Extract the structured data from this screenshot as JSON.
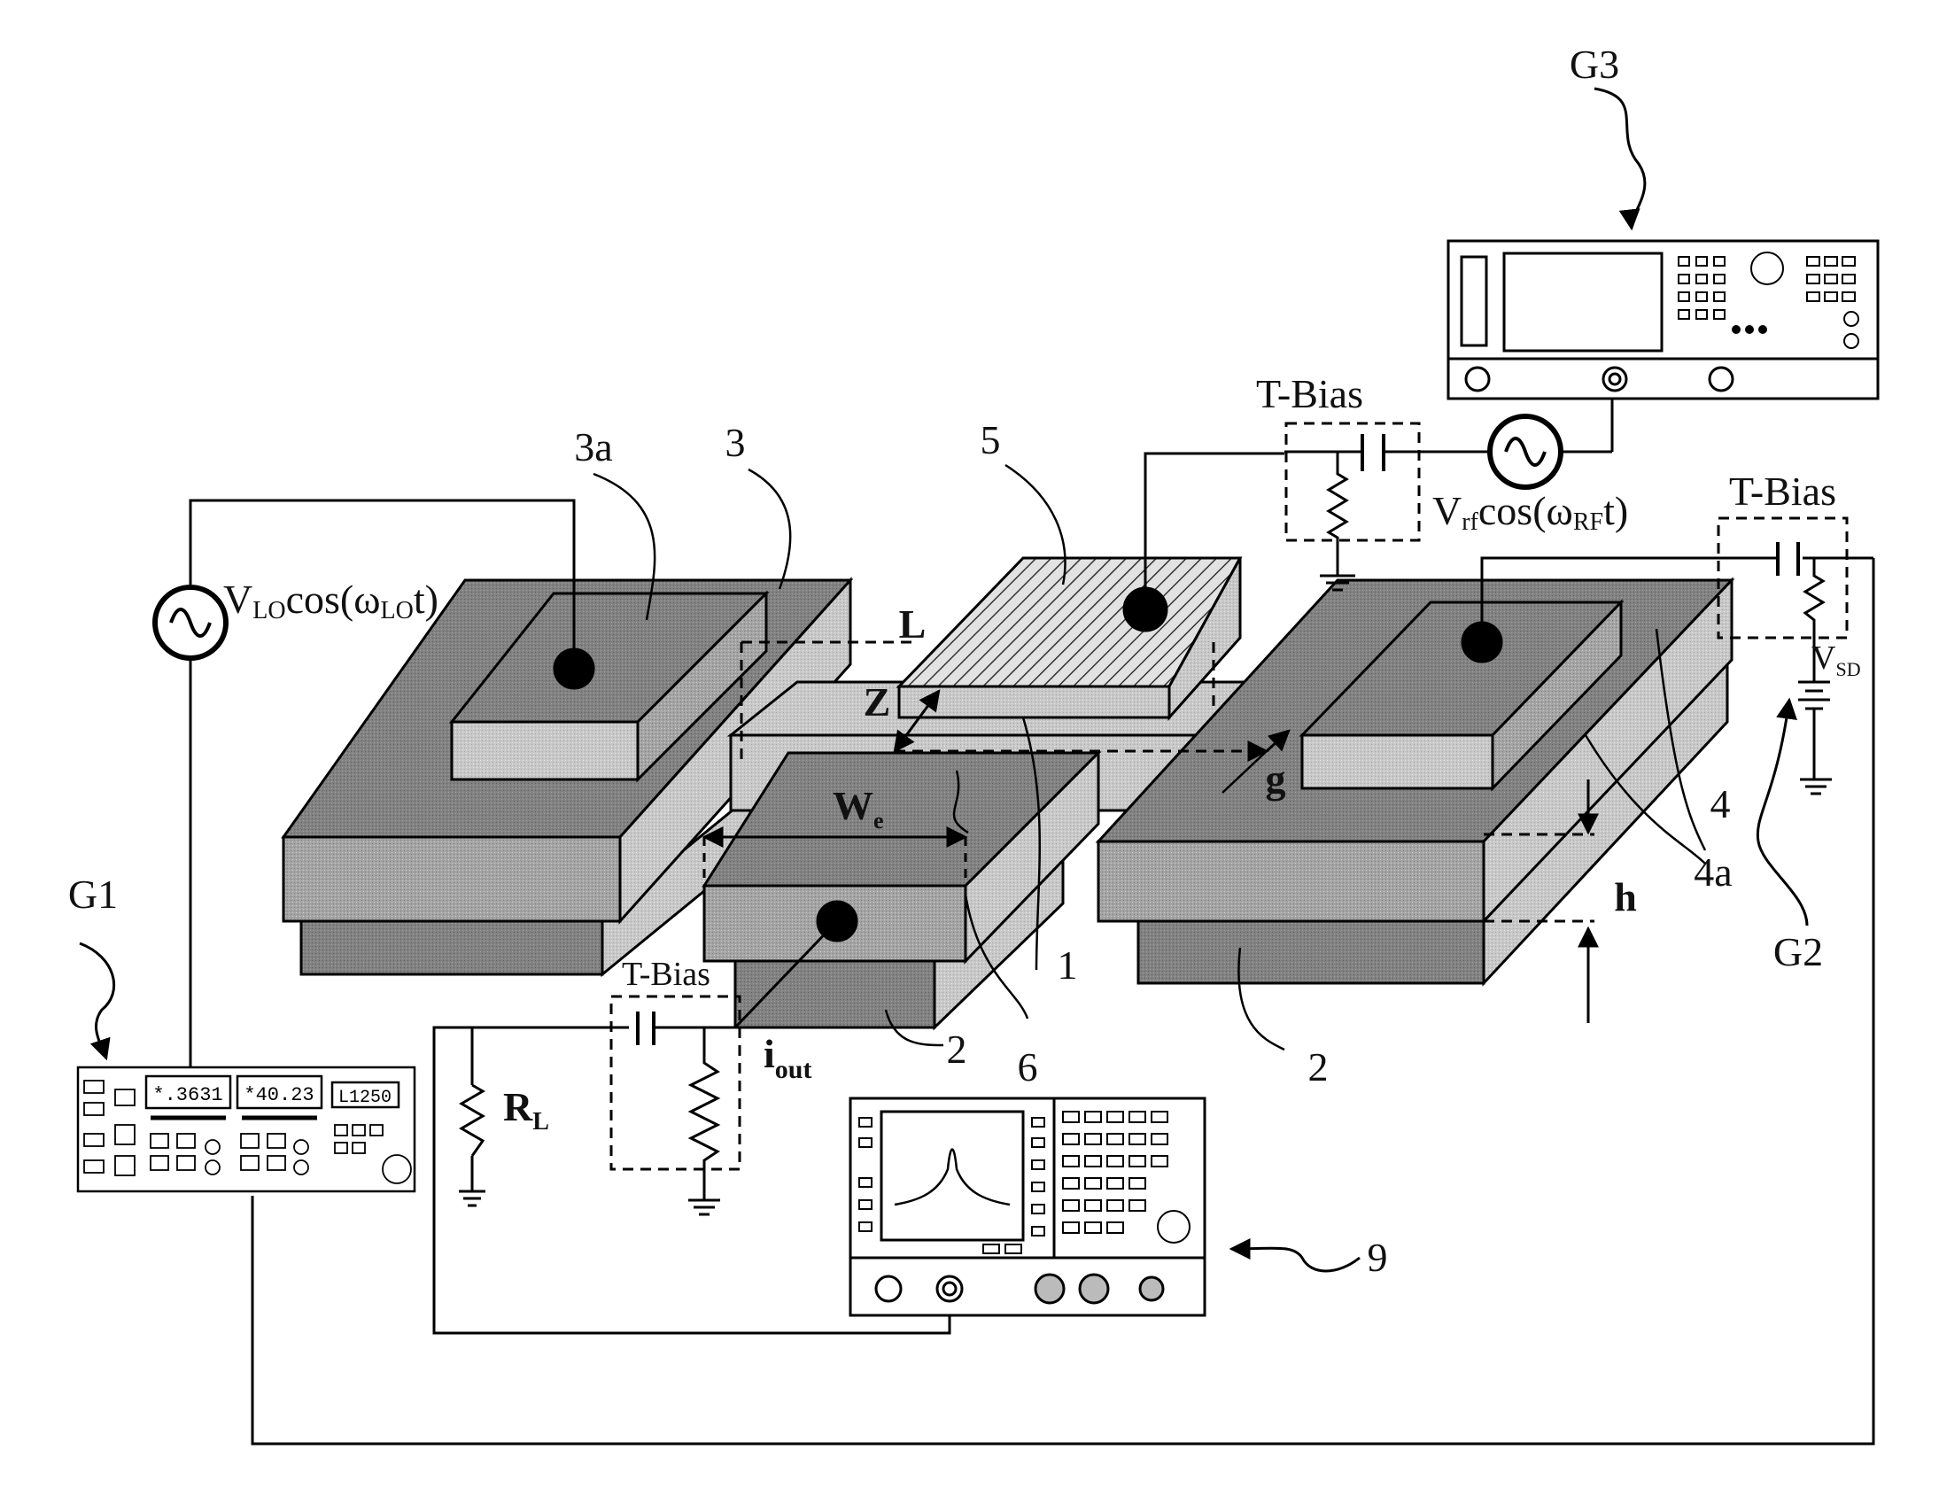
{
  "labels": {
    "G1": "G1",
    "G2": "G2",
    "G3": "G3",
    "n3a": "3a",
    "n3": "3",
    "n5": "5",
    "n4": "4",
    "n4a": "4a",
    "n1": "1",
    "n2_left": "2",
    "n2_right": "2",
    "n6": "6",
    "n9": "9",
    "L": "L",
    "Z": "Z",
    "g": "g",
    "h": "h",
    "We": "W",
    "We_sub": "e"
  },
  "sources": {
    "lo_V": "V",
    "lo_V_sub": "LO",
    "lo_rest": "cos(ω",
    "lo_w_sub": "LO",
    "lo_end": "t)",
    "rf_V": "V",
    "rf_V_sub": "rf",
    "rf_rest": "cos(ω",
    "rf_w_sub": "RF",
    "rf_end": "t)"
  },
  "tbias": {
    "top": "T-Bias",
    "right": "T-Bias",
    "left": "T-Bias"
  },
  "vsd": {
    "V": "V",
    "sub": "SD"
  },
  "iout": {
    "i": "i",
    "sub": "out"
  },
  "rl": {
    "R": "R",
    "sub": "L"
  },
  "g1_display": {
    "d1": "*.3631",
    "d2": "*40.23",
    "d3": "L1250"
  }
}
